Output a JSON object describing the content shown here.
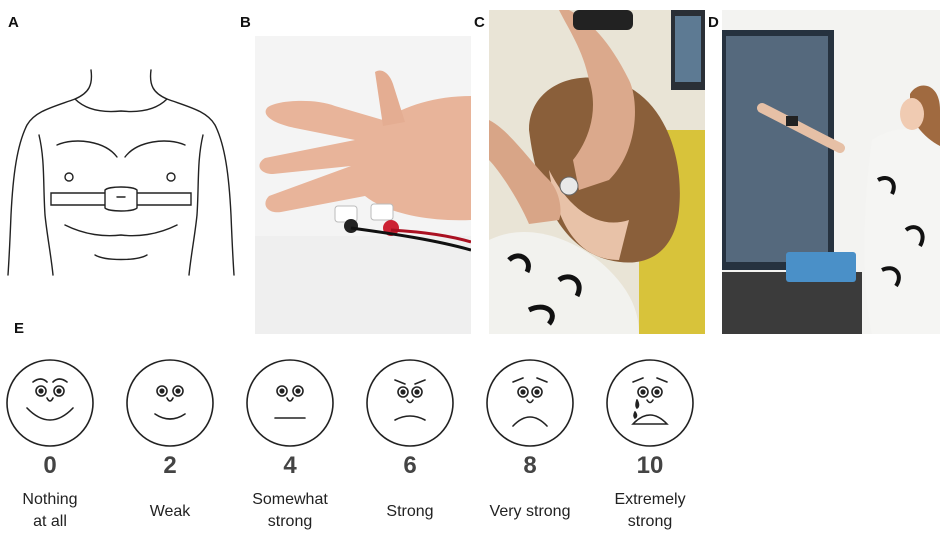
{
  "panels": {
    "a": "A",
    "b": "B",
    "c": "C",
    "d": "D",
    "e": "E"
  },
  "scale": [
    {
      "score": "0",
      "line1": "Nothing",
      "line2": "at all",
      "face": "very-happy-face-icon"
    },
    {
      "score": "2",
      "line1": "Weak",
      "line2": "",
      "face": "happy-face-icon"
    },
    {
      "score": "4",
      "line1": "Somewhat",
      "line2": "strong",
      "face": "neutral-face-icon"
    },
    {
      "score": "6",
      "line1": "Strong",
      "line2": "",
      "face": "worried-face-icon"
    },
    {
      "score": "8",
      "line1": "Very strong",
      "line2": "",
      "face": "sad-face-icon"
    },
    {
      "score": "10",
      "line1": "Extremely",
      "line2": "strong",
      "face": "crying-face-icon"
    }
  ]
}
